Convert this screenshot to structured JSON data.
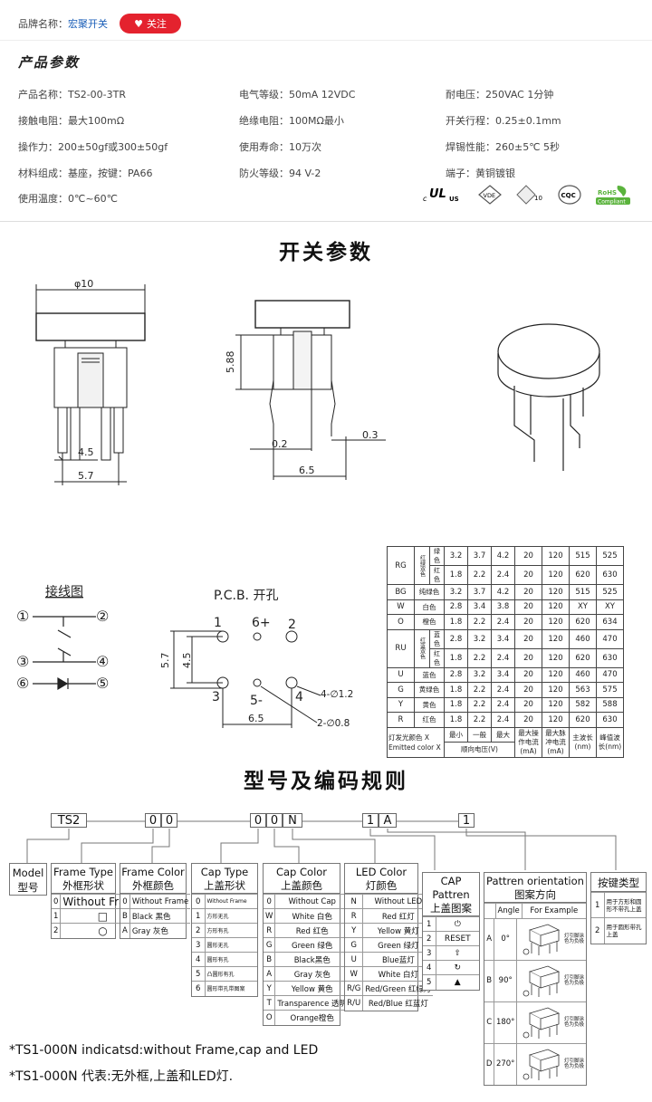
{
  "brand": {
    "label": "品牌名称：",
    "name": "宏聚开关",
    "follow": "关注"
  },
  "params_title": "产品参数",
  "specs": [
    "产品名称：TS2-00-3TR",
    "电气等级：50mA  12VDC",
    "耐电压：250VAC  1分钟",
    "接触电阻：最大100mΩ",
    "绝缘电阻：100MΩ最小",
    "开关行程：0.25±0.1mm",
    "操作力：200±50gf或300±50gf",
    "使用寿命：10万次",
    "焊锡性能：260±5℃  5秒",
    "材料组成：基座，按键：PA66",
    "防火等级：94 V-2",
    "端子：黄铜镀银",
    "使用温度：0℃~60℃"
  ],
  "certs": [
    "c",
    "UL",
    "US",
    "VDE",
    "10",
    "CQC",
    "RoHS",
    "Compliant"
  ],
  "switch_title": "开关参数",
  "dims": {
    "d10": "φ10",
    "d45": "4.5",
    "d57": "5.7",
    "d588": "5.88",
    "d02": "0.2",
    "d03": "0.3",
    "d65": "6.5"
  },
  "wiring": {
    "title": "接线图",
    "p1": "①",
    "p2": "②",
    "p3": "③",
    "p4": "④",
    "p5": "⑤",
    "p6": "⑥"
  },
  "pcb": {
    "title": "P.C.B. 开孔",
    "n1": "1",
    "n6": "6+",
    "n2": "2",
    "n3": "3",
    "n5": "5-",
    "n4": "4",
    "h12": "4-∅1.2",
    "h08": "2-∅0.8",
    "d57": "5.7",
    "d45": "4.5",
    "d65": "6.5"
  },
  "led_table": {
    "rows": [
      [
        "RG",
        "红绿双色",
        "绿色",
        "3.2",
        "3.7",
        "4.2",
        "20",
        "120",
        "515",
        "525"
      ],
      [
        "",
        "",
        "红色",
        "1.8",
        "2.2",
        "2.4",
        "20",
        "120",
        "620",
        "630"
      ],
      [
        "BG",
        "纯绿色",
        "",
        "3.2",
        "3.7",
        "4.2",
        "20",
        "120",
        "515",
        "525"
      ],
      [
        "W",
        "白色",
        "",
        "2.8",
        "3.4",
        "3.8",
        "20",
        "120",
        "XY",
        "XY"
      ],
      [
        "O",
        "橙色",
        "",
        "1.8",
        "2.2",
        "2.4",
        "20",
        "120",
        "620",
        "634"
      ],
      [
        "RU",
        "红蓝双色",
        "蓝色",
        "2.8",
        "3.2",
        "3.4",
        "20",
        "120",
        "460",
        "470"
      ],
      [
        "",
        "",
        "红色",
        "1.8",
        "2.2",
        "2.4",
        "20",
        "120",
        "620",
        "630"
      ],
      [
        "U",
        "蓝色",
        "",
        "2.8",
        "3.2",
        "3.4",
        "20",
        "120",
        "460",
        "470"
      ],
      [
        "G",
        "黄绿色",
        "",
        "1.8",
        "2.2",
        "2.4",
        "20",
        "120",
        "563",
        "575"
      ],
      [
        "Y",
        "黄色",
        "",
        "1.8",
        "2.2",
        "2.4",
        "20",
        "120",
        "582",
        "588"
      ],
      [
        "R",
        "红色",
        "",
        "1.8",
        "2.2",
        "2.4",
        "20",
        "120",
        "620",
        "630"
      ]
    ],
    "footer": {
      "c1": "灯发光颜色  X",
      "c1b": "Emitted color X",
      "min": "最小",
      "typ": "一般",
      "max": "最大",
      "vf": "顺向电压(V)",
      "if": "最大操作电流(mA)",
      "ip": "最大脉冲电流(mA)",
      "wl": "主波长(nm)",
      "pk": "峰值波长(nm)"
    }
  },
  "code_title": "型号及编码规则",
  "code_boxes": [
    "TS2",
    "0",
    "0",
    "0",
    "0",
    "N",
    "1",
    "A",
    "1"
  ],
  "groups": {
    "model": {
      "h1": "Model",
      "h2": "型号"
    },
    "frame_type": {
      "h1": "Frame Type",
      "h2": "外框形状",
      "rows": [
        [
          "0",
          "Without Frame"
        ],
        [
          "1",
          "□"
        ],
        [
          "2",
          "○"
        ]
      ]
    },
    "frame_color": {
      "h1": "Frame Color",
      "h2": "外框颜色",
      "rows": [
        [
          "0",
          "Without Frame"
        ],
        [
          "B",
          "Black 黑色"
        ],
        [
          "A",
          "Gray 灰色"
        ]
      ]
    },
    "cap_type": {
      "h1": "Cap Type",
      "h2": "上盖形状",
      "rows": [
        [
          "0",
          "Without Frame"
        ],
        [
          "1",
          "方形无孔"
        ],
        [
          "2",
          "方形有孔"
        ],
        [
          "3",
          "圆形无孔"
        ],
        [
          "4",
          "圆形有孔"
        ],
        [
          "5",
          "凸圆形有孔"
        ],
        [
          "6",
          "圆形带孔带图案"
        ]
      ]
    },
    "cap_color": {
      "h1": "Cap Color",
      "h2": "上盖颜色",
      "rows": [
        [
          "0",
          "Without Cap"
        ],
        [
          "W",
          "White 白色"
        ],
        [
          "R",
          "Red 红色"
        ],
        [
          "G",
          "Green 绿色"
        ],
        [
          "B",
          "Black黑色"
        ],
        [
          "A",
          "Gray 灰色"
        ],
        [
          "Y",
          "Yellow 黄色"
        ],
        [
          "T",
          "Transparence 透明"
        ],
        [
          "O",
          "Orange橙色"
        ]
      ]
    },
    "led_color": {
      "h1": "LED Color",
      "h2": "灯颜色",
      "rows": [
        [
          "N",
          "Without LED"
        ],
        [
          "R",
          "Red 红灯"
        ],
        [
          "Y",
          "Yellow 黄灯"
        ],
        [
          "G",
          "Green 绿灯"
        ],
        [
          "U",
          "Blue蓝灯"
        ],
        [
          "W",
          "White 白灯"
        ],
        [
          "R/G",
          "Red/Green 红绿灯"
        ],
        [
          "R/U",
          "Red/Blue 红蓝灯"
        ]
      ]
    },
    "cap_pattern": {
      "h1": "CAP Pattren",
      "h2": "上盖图案",
      "rows": [
        [
          "1",
          "⏻"
        ],
        [
          "2",
          "RESET"
        ],
        [
          "3",
          "⇧"
        ],
        [
          "4",
          "↻"
        ],
        [
          "5",
          "▲"
        ]
      ]
    },
    "orientation": {
      "h1": "Pattren orientation",
      "h2": "图案方向",
      "col1": "Angle",
      "col2": "For Example",
      "rows": [
        [
          "A",
          "0°"
        ],
        [
          "B",
          "90°"
        ],
        [
          "C",
          "180°"
        ],
        [
          "D",
          "270°"
        ]
      ],
      "tag": "灯引脚涂色为负极"
    },
    "key_type": {
      "h1": "按键类型",
      "rows": [
        [
          "1",
          "用于方形和圆形不带孔上盖"
        ],
        [
          "2",
          "用于圆形带孔上盖"
        ]
      ]
    }
  },
  "notes": [
    "*TS1-000N indicatsd:without Frame,cap and LED",
    "*TS1-000N 代表:无外框,上盖和LED灯."
  ]
}
